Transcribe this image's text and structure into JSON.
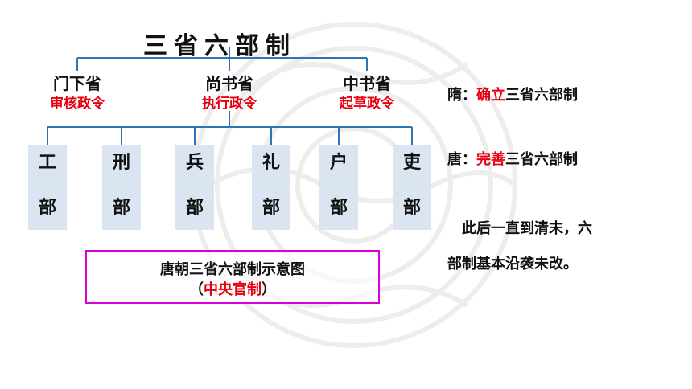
{
  "title": "三省六部制",
  "sheng": [
    {
      "name": "门下省",
      "role": "审核政令"
    },
    {
      "name": "尚书省",
      "role": "执行政令"
    },
    {
      "name": "中书省",
      "role": "起草政令"
    }
  ],
  "bu": [
    {
      "c1": "工",
      "c2": "部"
    },
    {
      "c1": "刑",
      "c2": "部"
    },
    {
      "c1": "兵",
      "c2": "部"
    },
    {
      "c1": "礼",
      "c2": "部"
    },
    {
      "c1": "户",
      "c2": "部"
    },
    {
      "c1": "吏",
      "c2": "部"
    }
  ],
  "caption": {
    "line1": "唐朝三省六部制示意图",
    "open_paren": "（",
    "highlight": "中央官制",
    "close_paren": "）"
  },
  "notes": {
    "sui": {
      "prefix": "隋：",
      "highlight": "确立",
      "suffix": "三省六部制"
    },
    "tang": {
      "prefix": "唐：",
      "highlight": "完善",
      "suffix": "三省六部制"
    },
    "later": {
      "line1": "此后一直到清末，六",
      "line2": "部制基本沿袭未改。"
    }
  },
  "colors": {
    "line": "#2e75b6",
    "highlight": "#e60012",
    "box_fill": "#dbe5f1",
    "caption_border": "#d800d8"
  }
}
